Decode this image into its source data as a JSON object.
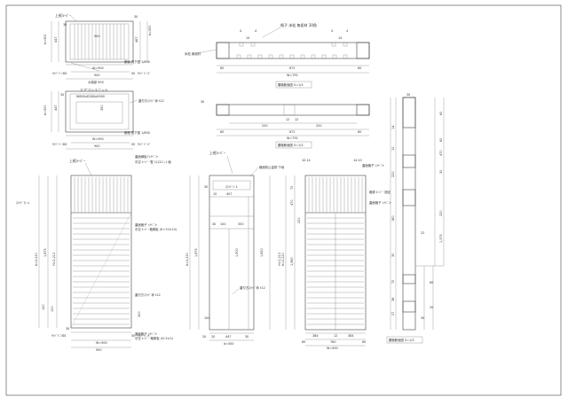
{
  "drawing": {
    "top_plan": {
      "label_top": "上框ﾙｰﾊﾞｰ",
      "dim_width": "W=900",
      "dim_outer": "900",
      "dim_h": "h=300",
      "dim_side_left": "447",
      "dim_side_right": "467",
      "dim_side_30": "30",
      "dim_left_30": "30",
      "dim_right_30": "30",
      "note_left": "ｻｲﾄﾞﾊﾞﾝﾄﾞ",
      "note_right": "ｻｲﾄﾞﾊﾞﾝﾄﾞ",
      "dim_14_left": "14",
      "dim_14_right": "14",
      "dim_50_left": "50",
      "dim_50_right": "50",
      "detail_note": "断面 見下図 1/800",
      "inner_label": "大端部 900"
    },
    "mid_plan": {
      "dim_h": "h=300",
      "label_ac": "エアコンユニット",
      "label_ac_size": "W800xD260xH900",
      "label_hinge": "蓋付きｽﾗｲﾄﾞ枠 t12",
      "dim_350": "350",
      "dim_447": "447",
      "dim_30": "30",
      "dim_width": "W=900",
      "dim_outer": "900",
      "note_left": "ｻｲﾄﾞﾊﾞﾝﾄﾞ",
      "note_right": "ｻｲﾄﾞﾊﾞﾝﾄﾞ",
      "dim_14": "14",
      "dim_50": "50",
      "detail_note": "断面 見下図 1/800"
    },
    "top_section": {
      "label_top": "格子 米松 無垢材 30角",
      "label_left": "米松 無垢材",
      "dims_top": [
        "4",
        "14",
        "4",
        "4",
        "14",
        "4"
      ],
      "dim_60_left": "60",
      "dim_672": "672",
      "dim_60_right": "60",
      "dim_total": "W=792",
      "title": "腰機断面図 S=1/3"
    },
    "mid_section": {
      "dim_30": "30",
      "dims_top": [
        "12",
        "12"
      ],
      "dim_220_left": "220",
      "dim_220_right": "220",
      "dim_60_left": "60",
      "dim_672": "672",
      "dim_60_right": "60",
      "dim_total": "W=792",
      "title": "腰機断面図 S=1/3"
    },
    "front_elev": {
      "label_top": "上框ﾙｰﾊﾞｰ",
      "label_cap": "蓋面様板7ｼﾅﾍﾞﾆﾔ",
      "label_cap2": "中空 ﾙｰﾊﾞｰ 竪 1/12ﾕﾆｯﾄ 面",
      "label_louver": "蓋面格子 ｼﾅﾍﾞﾆﾔ",
      "label_louver2": "中空 ﾙｰﾊﾞｰ格縁板 (H=70×10)",
      "label_lock": "蓋付きｽﾗｲﾄﾞ枠 t12",
      "label_bottom": "蓋面格子 ｼﾅﾍﾞﾆﾔ",
      "label_bottom2": "中空 ﾙｰﾊﾞｰ 格縁板 (t2.5×2)",
      "label_side": "ｽﾗｲﾄﾞﾌﾚｰﾑ",
      "dim_h_total": "h=2,220",
      "dim_h_inner": "1,875",
      "dim_h_frame": "H=2,210",
      "dim_300": "300",
      "dim_100": "100",
      "dim_150": "150",
      "dim_width": "W=900",
      "dim_outer": "900",
      "dim_30": "30",
      "dim_14": "14",
      "dim_50": "50",
      "note_left": "ｻｲﾄﾞﾊﾞﾝﾄﾞ",
      "note_right": "ｻｲﾄﾞﾊﾞﾝﾄﾞ"
    },
    "side_elev": {
      "label_top": "上框ﾙｰﾊﾞｰ",
      "label_rail": "格面防止金物 下地",
      "label_inner": "ｽﾗｲﾄﾞﾚｰﾙ",
      "label_lock": "蓋付きｽﾗｲﾄﾞ枠 t12",
      "dims_top": [
        "30",
        "100",
        "350",
        "30"
      ],
      "dims_mid": [
        "30",
        "100",
        "350"
      ],
      "dims_bottom": [
        "20",
        "447",
        "30"
      ],
      "dim_d": "d=500",
      "dim_h_total": "h=2,220",
      "dim_h_mid": "1,875",
      "dim_h_frame": "H=2,210",
      "dim_h_inner": "1,900",
      "dim_h_inner2": "1,820",
      "dim_10": "10",
      "dim_407": "407",
      "dim_100": "100",
      "dim_30": "30",
      "dim_20": "20"
    },
    "right_elev": {
      "label_top1": "格縁 ﾙｰﾊﾞｰ 固定",
      "label_top2": "蓋面格子 ｼﾅﾍﾞﾆﾔ",
      "label_top3": "蓋面格子 ｼﾅﾍﾞﾆﾔ",
      "dims_top": [
        "10.14",
        "14.10"
      ],
      "dims_side": [
        "70",
        "470",
        "30",
        "220",
        "30"
      ],
      "dim_h_total": "h=2,220",
      "dim_h_frame": "H=2,210",
      "dim_h_inner": "1,980",
      "dim_width": "W=900",
      "dim_780": "780",
      "dim_384_left": "384",
      "dim_384_right": "384",
      "dim_12": "12",
      "dim_60_left": "60",
      "dim_60_right": "60"
    },
    "far_section": {
      "dims": [
        "60",
        "30",
        "60",
        "470",
        "30",
        "220",
        "30",
        "14",
        "10",
        "220",
        "180",
        "1,375",
        "30",
        "70",
        "10",
        "36",
        "27",
        "22",
        "60",
        "20",
        "30"
      ],
      "title": "腰機断面図 S=1/3"
    }
  }
}
